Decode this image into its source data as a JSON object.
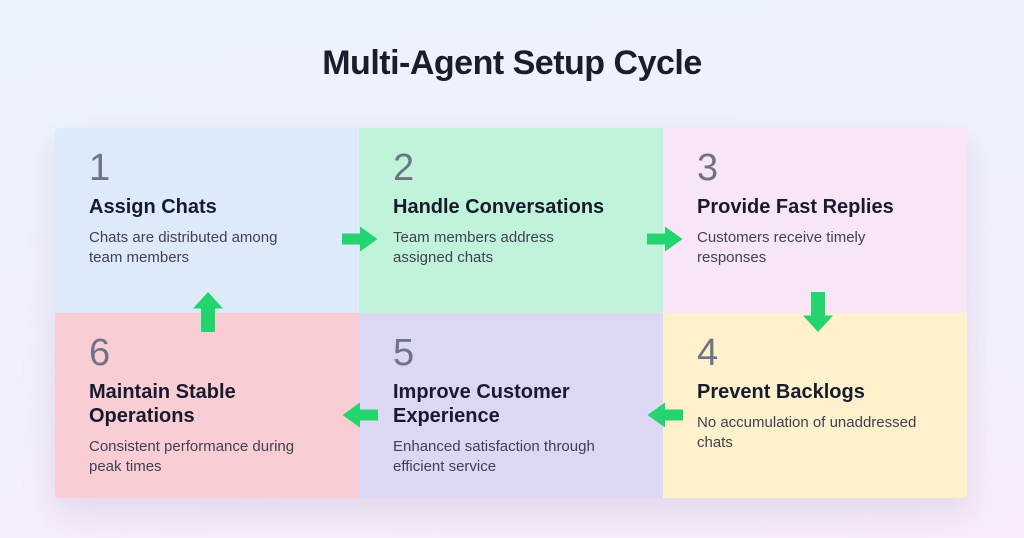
{
  "page": {
    "title": "Multi-Agent Setup Cycle"
  },
  "colors": {
    "arrow_green": "#24d46e",
    "number_gray": "#6e7387",
    "title_dark": "#181a2e",
    "body_text": "#413f54",
    "background_top": "#edf3fb",
    "background_bottom": "#f8ecfa"
  },
  "steps": [
    {
      "number": "1",
      "title": "Assign Chats",
      "description": "Chats are distributed among team members",
      "bg": "#dcebf7"
    },
    {
      "number": "2",
      "title": "Handle Conversations",
      "description": "Team members address assigned chats",
      "bg": "#c0f4da"
    },
    {
      "number": "3",
      "title": "Provide Fast Replies",
      "description": "Customers receive timely responses",
      "bg": "#f8e6f6"
    },
    {
      "number": "4",
      "title": "Prevent Backlogs",
      "description": "No accumulation of unaddressed chats",
      "bg": "#fdf1cb"
    },
    {
      "number": "5",
      "title": "Improve Customer Experience",
      "description": "Enhanced satisfaction through efficient service",
      "bg": "#dcd8f4"
    },
    {
      "number": "6",
      "title": "Maintain Stable Operations",
      "description": "Consistent performance during peak times",
      "bg": "#f9cdd4"
    }
  ],
  "arrows": [
    {
      "from": "1",
      "to": "2",
      "direction": "right"
    },
    {
      "from": "2",
      "to": "3",
      "direction": "right"
    },
    {
      "from": "3",
      "to": "4",
      "direction": "down"
    },
    {
      "from": "4",
      "to": "5",
      "direction": "left"
    },
    {
      "from": "5",
      "to": "6",
      "direction": "left"
    },
    {
      "from": "6",
      "to": "1",
      "direction": "up"
    }
  ]
}
